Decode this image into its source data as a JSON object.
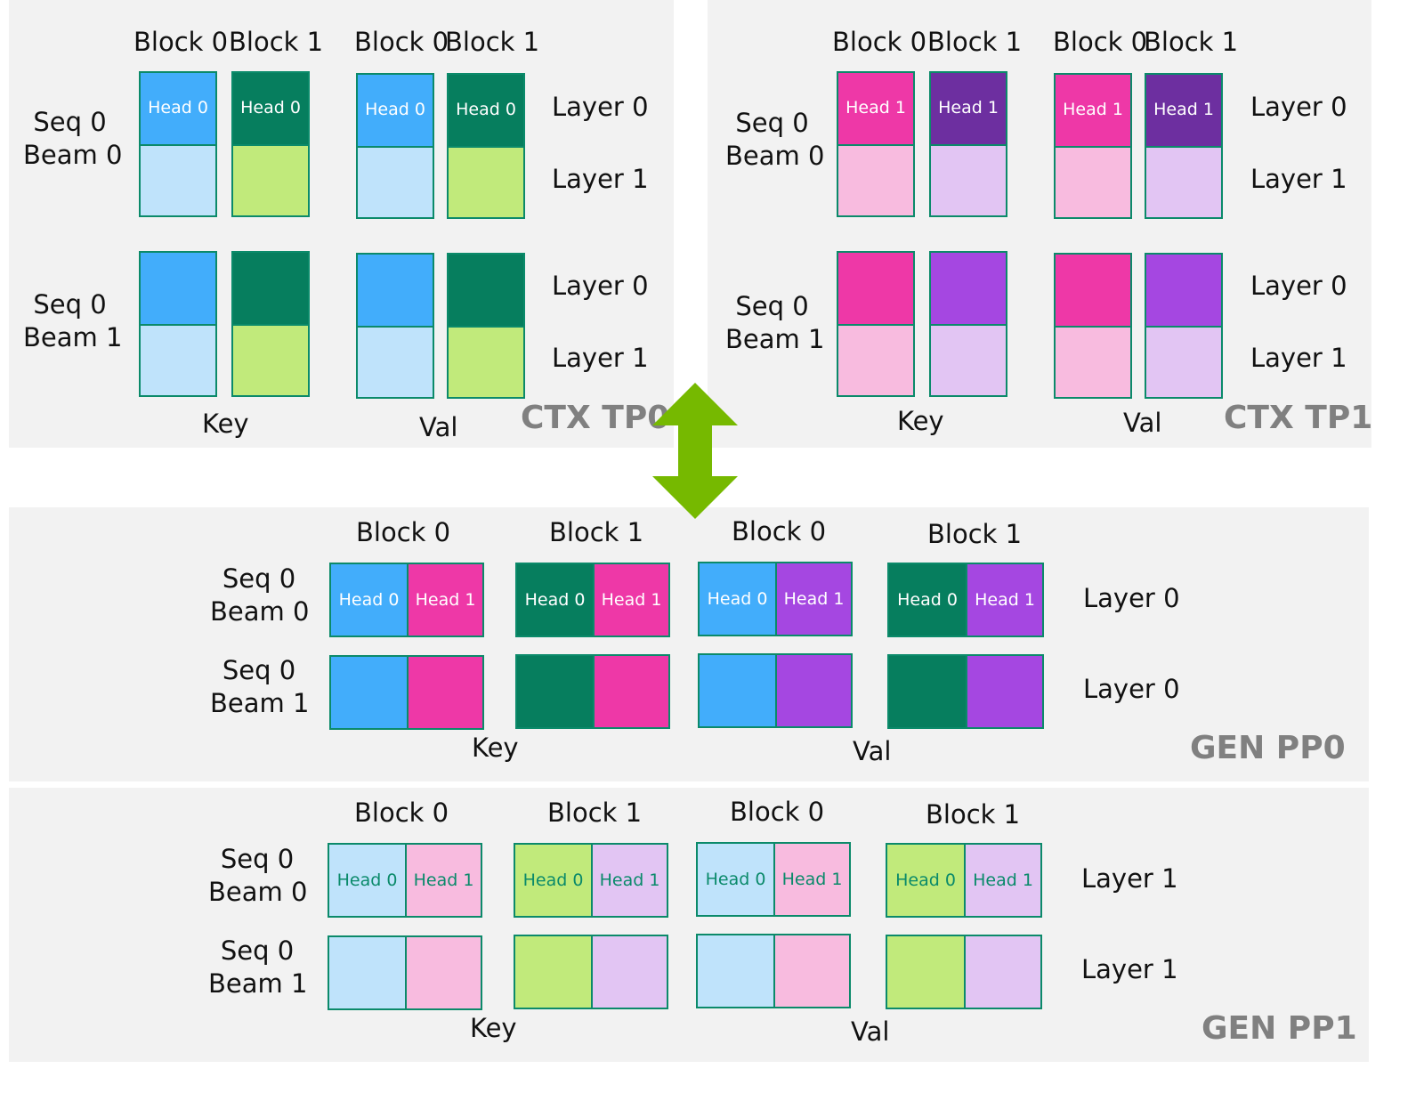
{
  "colors": {
    "blue": "#42adfb",
    "light_blue": "#bfe3fb",
    "dark_green": "#067e5e",
    "light_green": "#c1ea7b",
    "magenta": "#ee38a7",
    "light_pink": "#f8bbdf",
    "dark_purple": "#6d2fa0",
    "purple": "#a547e1",
    "lavender": "#e2c5f3",
    "arrow_green": "#76b900",
    "panel_bg": "#f2f2f2"
  },
  "ctx_tp0": {
    "name": "CTX TP0",
    "key_label": "Key",
    "val_label": "Val",
    "block_labels": [
      "Block 0",
      "Block 1",
      "Block 0",
      "Block 1"
    ],
    "row_labels": [
      "Seq 0\nBeam 0",
      "Seq 0\nBeam 1"
    ],
    "layer_labels": [
      "Layer 0",
      "Layer 1",
      "Layer 0",
      "Layer 1"
    ],
    "head_labels": [
      "Head 0",
      "Head 0",
      "Head 0",
      "Head 0"
    ]
  },
  "ctx_tp1": {
    "name": "CTX TP1",
    "key_label": "Key",
    "val_label": "Val",
    "block_labels": [
      "Block 0",
      "Block 1",
      "Block 0",
      "Block 1"
    ],
    "row_labels": [
      "Seq 0\nBeam 0",
      "Seq 0\nBeam 1"
    ],
    "layer_labels": [
      "Layer 0",
      "Layer 1",
      "Layer 0",
      "Layer 1"
    ],
    "head_labels": [
      "Head 1",
      "Head 1",
      "Head 1",
      "Head 1"
    ]
  },
  "gen_pp0": {
    "name": "GEN PP0",
    "key_label": "Key",
    "val_label": "Val",
    "block_labels": [
      "Block 0",
      "Block 1",
      "Block 0",
      "Block 1"
    ],
    "row_labels": [
      "Seq 0\nBeam 0",
      "Seq 0\nBeam 1"
    ],
    "layer_labels": [
      "Layer 0",
      "Layer 0"
    ],
    "head_labels": [
      "Head 0",
      "Head 1",
      "Head 0",
      "Head 1",
      "Head 0",
      "Head 1",
      "Head 0",
      "Head 1"
    ]
  },
  "gen_pp1": {
    "name": "GEN PP1",
    "key_label": "Key",
    "val_label": "Val",
    "block_labels": [
      "Block 0",
      "Block 1",
      "Block 0",
      "Block 1"
    ],
    "row_labels": [
      "Seq 0\nBeam 0",
      "Seq 0\nBeam 1"
    ],
    "layer_labels": [
      "Layer 1",
      "Layer 1"
    ],
    "head_labels": [
      "Head 0",
      "Head 1",
      "Head 0",
      "Head 1",
      "Head 0",
      "Head 1",
      "Head 0",
      "Head 1"
    ]
  }
}
